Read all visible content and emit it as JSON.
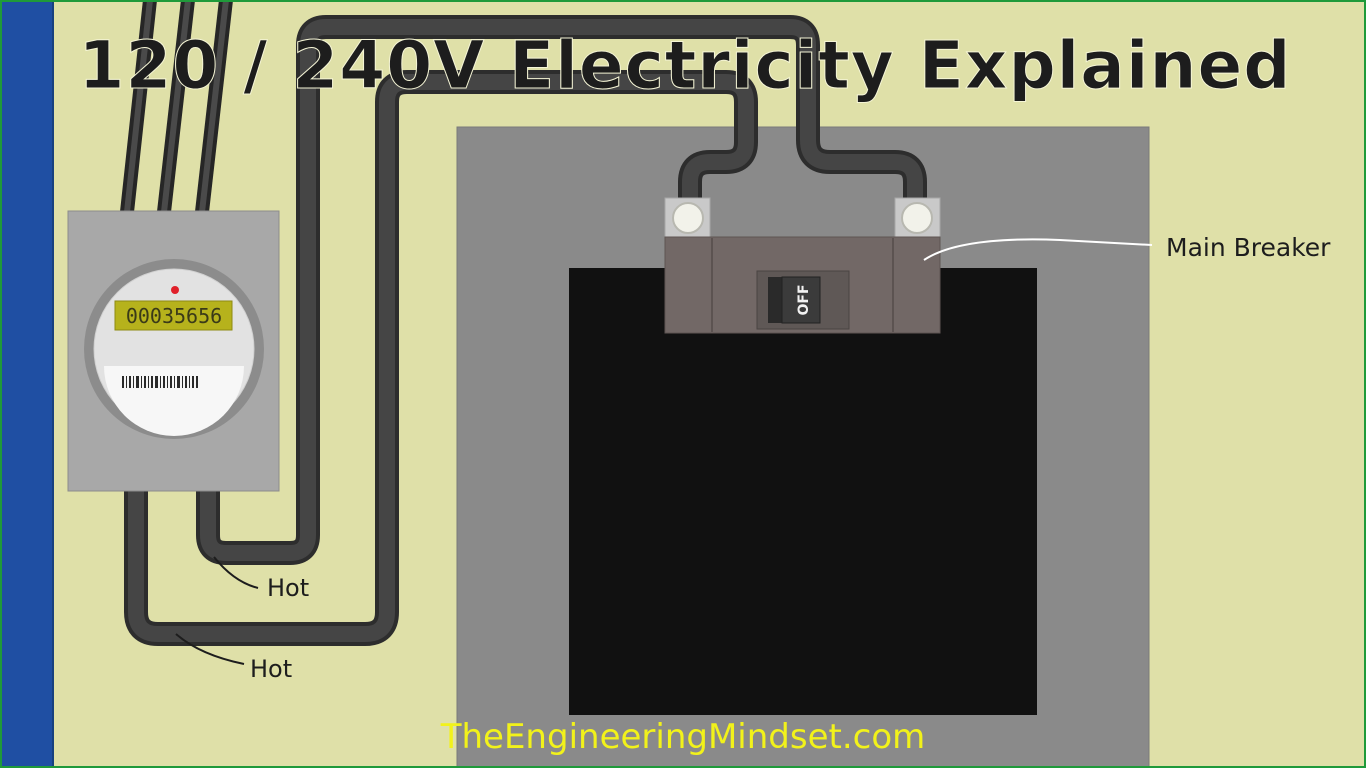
{
  "title": "120 / 240V Electricity Explained",
  "meter": {
    "reading": "00035656"
  },
  "breaker": {
    "switch_label": "OFF"
  },
  "labels": {
    "main_breaker": "Main Breaker",
    "hot_upper": "Hot",
    "hot_lower": "Hot"
  },
  "watermark": "TheEngineeringMindset.com",
  "colors": {
    "background": "#dfe0a8",
    "panel_frame": "#8a8a8a",
    "panel_interior": "#111111",
    "wire": "#3e3e3e",
    "meter_display": "#b6b21c",
    "breaker_body": "#726866",
    "watermark": "#f2f21a",
    "left_strip": "#1f4fa3"
  }
}
